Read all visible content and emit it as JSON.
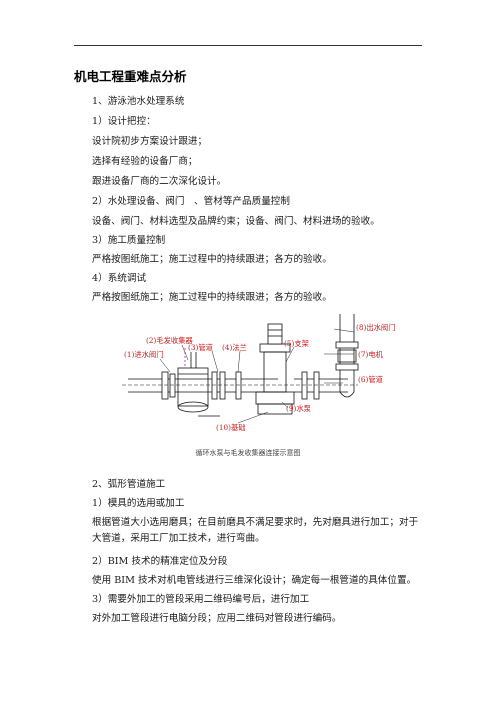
{
  "doc": {
    "title": "机电工程重难点分析",
    "lines": [
      "1、游泳池水处理系统",
      "1）设计把控：",
      "设计院初步方案设计跟进；",
      "选择有经验的设备厂商；",
      "跟进设备厂商的二次深化设计。",
      "2）水处理设备、阀门　、管材等产品质量控制",
      "设备、阀门、材料选型及品牌约束；设备、阀门、材料进场的验收。",
      "3）施工质量控制",
      "严格按图纸施工；施工过程中的持续跟进；各方的验收。",
      "4）系统调试",
      "严格按图纸施工；施工过程中的持续跟进；各方的验收。"
    ],
    "figure": {
      "labels": [
        "(1)进水阀门",
        "(2)毛发收集器",
        "(3)管道",
        "(4)法兰",
        "(5)支架",
        "(6)管道",
        "(7)电机",
        "(8)出水阀门",
        "(9)水泵",
        "(10)基础"
      ],
      "caption": "循环水泵与毛发收集器连接示意图"
    },
    "section2": {
      "heading": "2、弧形管道施工",
      "sub1": "1）模具的选用或加工",
      "para1": "根据管道大小选用磨具；在目前磨具不满足要求时，先对磨具进行加工；对于大管道，采用工厂加工技术，进行弯曲。",
      "sub2": "2）BIM 技术的精准定位及分段",
      "para2": "使用 BIM 技术对机电管线进行三维深化设计；确定每一根管道的具体位置。",
      "sub3": "3）需要外加工的管段采用二维码编号后，进行加工",
      "para3": "对外加工管段进行电脑分段；应用二维码对管段进行编码。"
    }
  }
}
